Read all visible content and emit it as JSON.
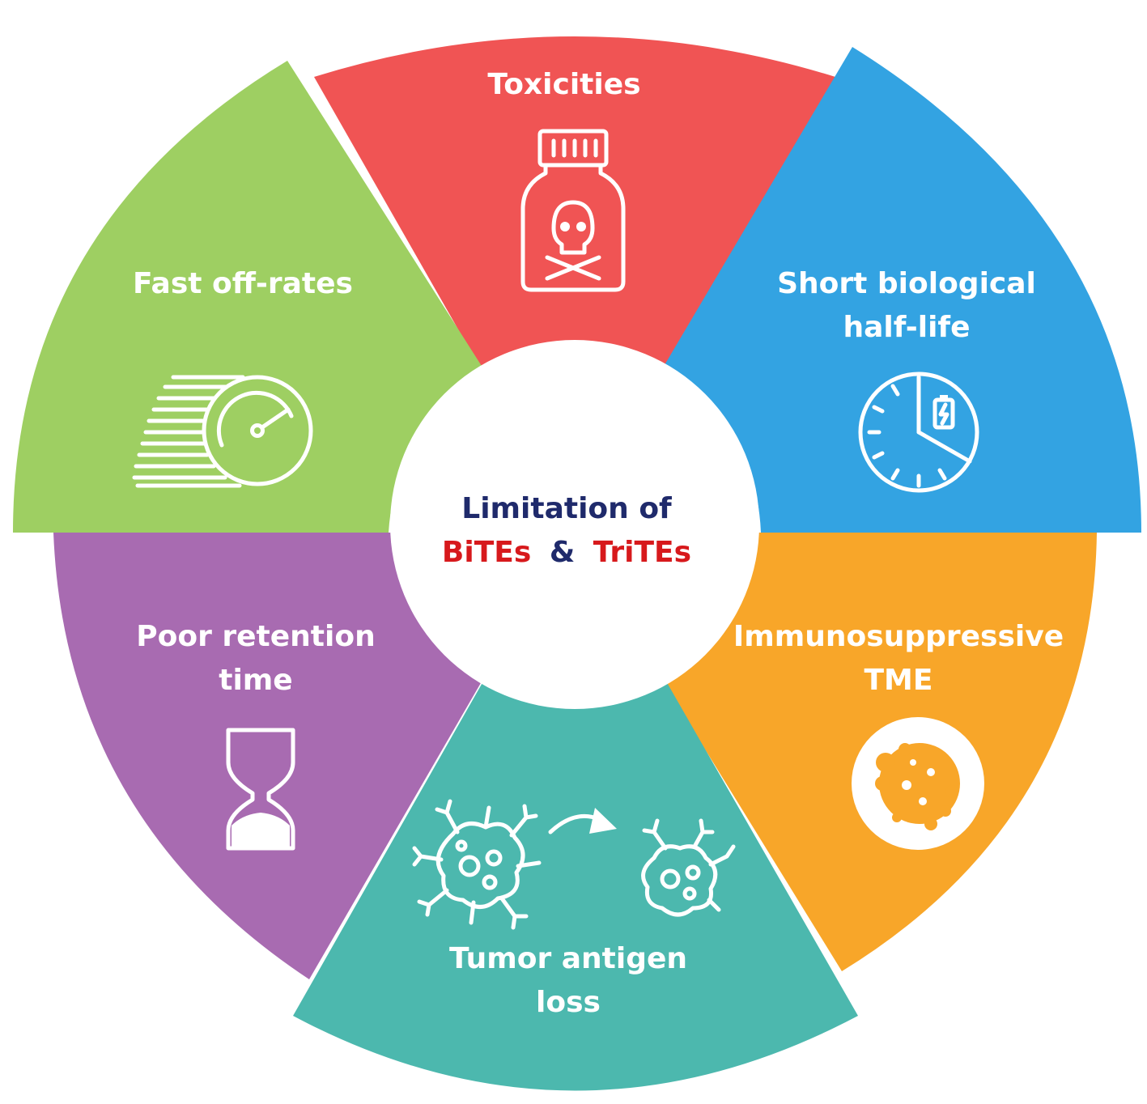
{
  "center": {
    "line1": "Limitation of",
    "line2_part1": "BiTEs",
    "line2_amp": "&",
    "line2_part2": "TriTEs"
  },
  "segments": [
    {
      "key": "toxicities",
      "lines": [
        "Toxicities"
      ],
      "color": "#F05454",
      "icon": "poison-bottle-icon"
    },
    {
      "key": "half-life",
      "lines": [
        "Short biological",
        "half-life"
      ],
      "color": "#33A3E2",
      "icon": "clock-battery-icon"
    },
    {
      "key": "tme",
      "lines": [
        "Immunosuppressive",
        "TME"
      ],
      "color": "#F8A629",
      "icon": "tumor-cell-icon"
    },
    {
      "key": "antigen-loss",
      "lines": [
        "Tumor antigen",
        "loss"
      ],
      "color": "#4CB8AE",
      "icon": "cell-transition-icon"
    },
    {
      "key": "retention",
      "lines": [
        "Poor retention",
        "time"
      ],
      "color": "#A86BB1",
      "icon": "hourglass-icon"
    },
    {
      "key": "off-rates",
      "lines": [
        "Fast off-rates"
      ],
      "color": "#9ECF62",
      "icon": "speedometer-icon"
    }
  ],
  "colors": {
    "center_fill": "#ffffff",
    "center_line1": "#1F2A6B",
    "center_bites": "#D7191C",
    "center_amp": "#1F2A6B",
    "center_trites": "#D7191C"
  }
}
